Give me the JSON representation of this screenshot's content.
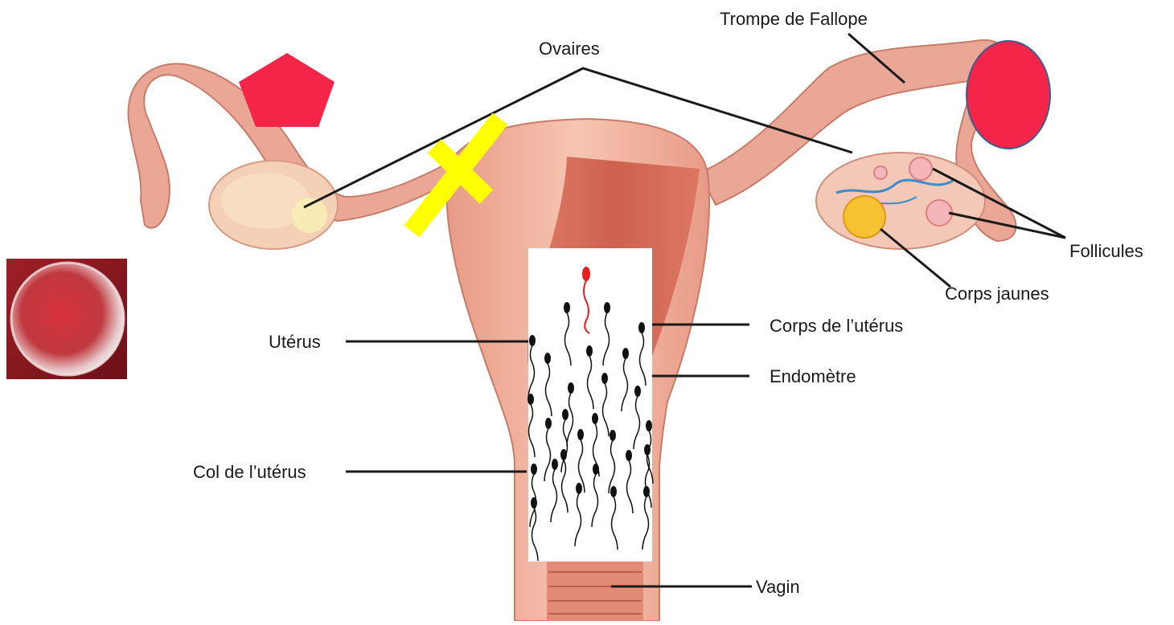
{
  "labels": {
    "ovaires": "Ovaires",
    "trompe": "Trompe de Fallope",
    "follicules": "Follicules",
    "corps_jaunes": "Corps jaunes",
    "corps_uterus": "Corps de l’utérus",
    "endometre": "Endomètre",
    "uterus": "Utérus",
    "col": "Col de l’utérus",
    "vagin": "Vagin"
  },
  "overlays": {
    "pentagon_color": "#f5254a",
    "oval_color": "#f5254a",
    "cross_color": "#ffff00",
    "sperm_color": "#111111",
    "leading_sperm_color": "#e31e24",
    "egg_color": "#c42a35"
  }
}
